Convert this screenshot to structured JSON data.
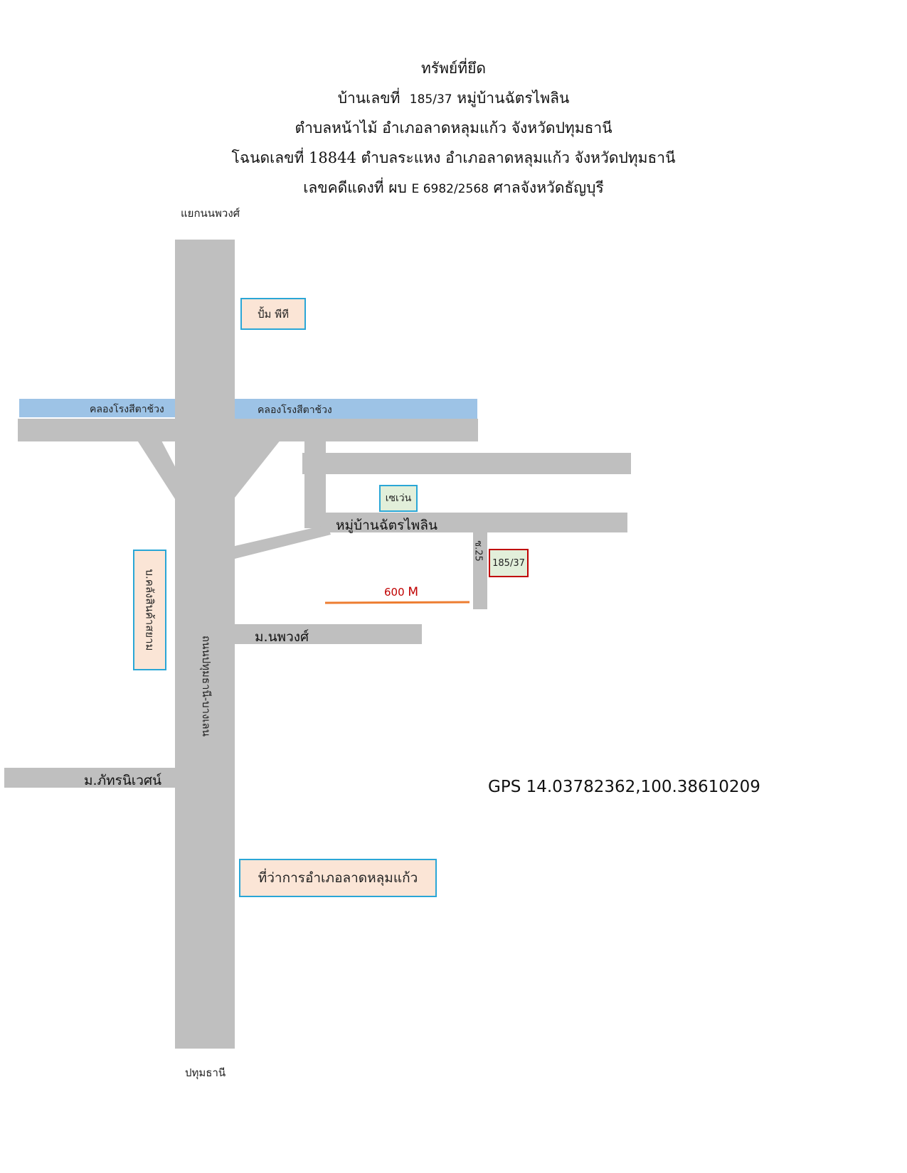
{
  "header": {
    "line1": "ทรัพย์ที่ยึด",
    "line2_prefix": "บ้านเลขที่",
    "line2_number": "185/37",
    "line2_suffix": "หมู่บ้านฉัตรไพลิน",
    "line3": "ตำบลหน้าไม้ อำเภอลาดหลุมแก้ว จังหวัดปทุมธานี",
    "line4": "โฉนดเลขที่ 18844 ตำบลระแหง อำเภอลาดหลุมแก้ว จังหวัดปทุมธานี",
    "line5_prefix": "เลขคดีแดงที่ ผบ",
    "line5_case": "E 6982/2568",
    "line5_suffix": "ศาลจังหวัดธัญบุรี"
  },
  "map": {
    "top_label": "แยกนนพวงศ์",
    "bottom_label": "ปทุมธานี",
    "main_road_label": "ถนนปทุมธานี-บางเลน",
    "canal_left_label": "คลองโรงสีตาช้วง",
    "canal_right_label": "คลองโรงสีตาช้วง",
    "village_label": "หมู่บ้านฉัตรไพลิน",
    "soi_label": "ซ.25",
    "distance_number": "600",
    "distance_unit": "M",
    "road_nopphawong": "ม.นพวงศ์",
    "road_phattara": "ม.ภัทรนิเวศน์",
    "landmarks": {
      "pump": "ปั้ม พีที",
      "seven": "เซเว่น",
      "house": "185/37",
      "warehouse": "บ.คลังสินค้าสยาม",
      "district_office": "ที่ว่าการอำเภอลาดหลุมแก้ว"
    }
  },
  "gps": "GPS 14.03782362,100.38610209",
  "colors": {
    "road": "#bfbfbf",
    "canal": "#9dc3e6",
    "landmark_fill": "#fbe5d6",
    "landmark_border": "#2aa6d6",
    "seven_fill": "#e2efda",
    "house_border": "#c00000",
    "distance_line": "#ed7d31",
    "distance_text": "#c00000"
  }
}
